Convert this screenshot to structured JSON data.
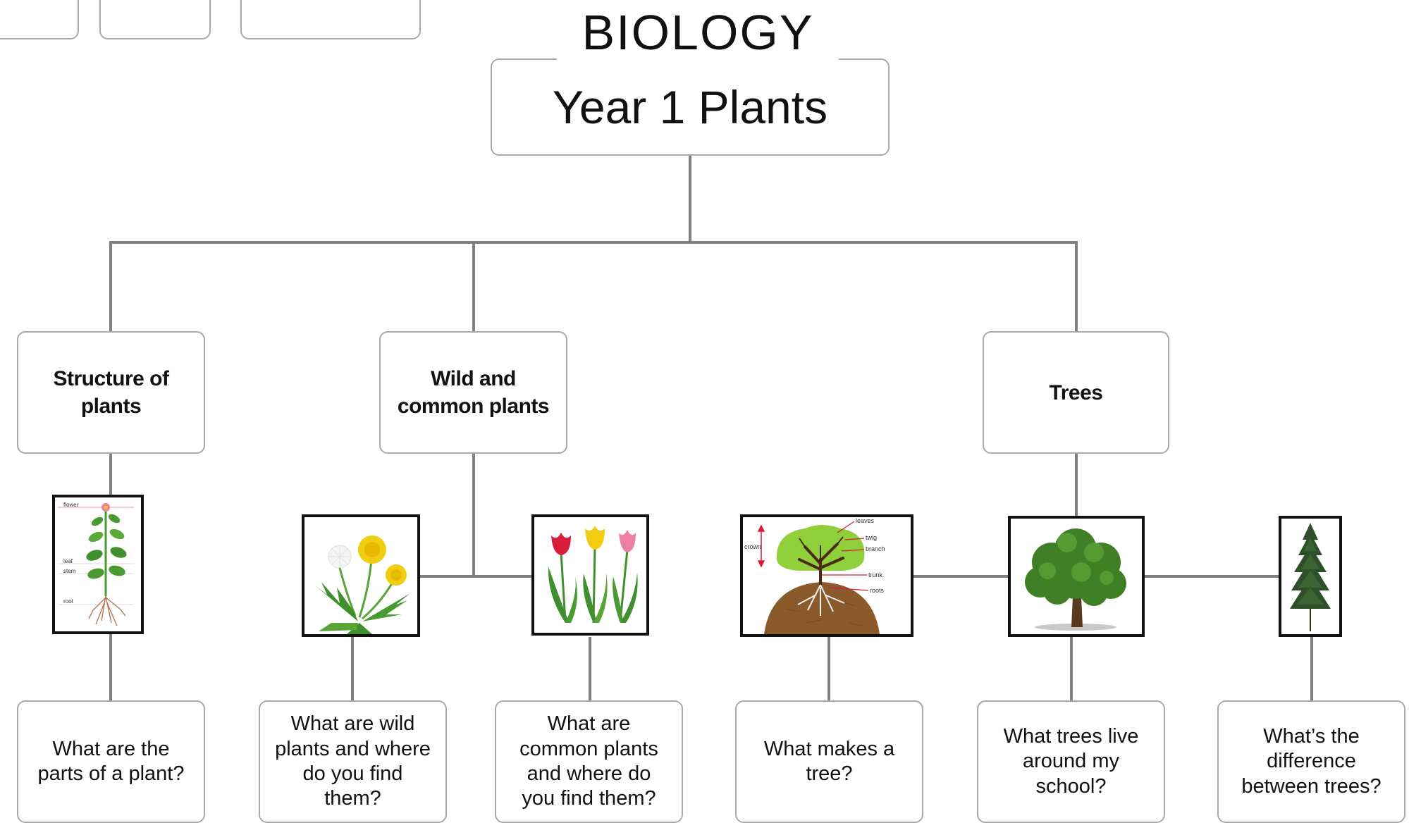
{
  "diagram": {
    "subject": "BIOLOGY",
    "title": "Year 1 Plants",
    "categories": [
      {
        "id": "structure",
        "label_lines": [
          "Structure of",
          "plants"
        ]
      },
      {
        "id": "wild",
        "label_lines": [
          "Wild and",
          "common plants"
        ]
      },
      {
        "id": "trees",
        "label_lines": [
          "Trees"
        ]
      }
    ],
    "questions": [
      {
        "id": "q1",
        "label_lines": [
          "What are the",
          "parts of a plant?"
        ]
      },
      {
        "id": "q2",
        "label_lines": [
          "What are wild",
          "plants and where",
          "do you find",
          "them?"
        ]
      },
      {
        "id": "q3",
        "label_lines": [
          "What are",
          "common plants",
          "and where do",
          "you find them?"
        ]
      },
      {
        "id": "q4",
        "label_lines": [
          "What makes a",
          "tree?"
        ]
      },
      {
        "id": "q5",
        "label_lines": [
          "What trees live",
          "around my",
          "school?"
        ]
      },
      {
        "id": "q6",
        "label_lines": [
          "What’s the",
          "difference",
          "between trees?"
        ]
      }
    ],
    "images": {
      "plant_structure": {
        "labels": [
          "flower",
          "leaf",
          "stem",
          "root"
        ]
      },
      "tree_parts": {
        "labels": [
          "leaves",
          "twig",
          "branch",
          "trunk",
          "roots",
          "crown"
        ]
      }
    }
  },
  "colors": {
    "box_border": "#a9a9a9",
    "connector": "#808080",
    "text": "#111111",
    "image_frame": "#111111",
    "leaf_green": "#3f8f2f",
    "crown_green": "#8fcf3a",
    "flower_yellow": "#f2cc0f",
    "tulip_red": "#d81c3a",
    "tulip_pink": "#ec7fa6",
    "soil_brown": "#8a5a2b"
  }
}
